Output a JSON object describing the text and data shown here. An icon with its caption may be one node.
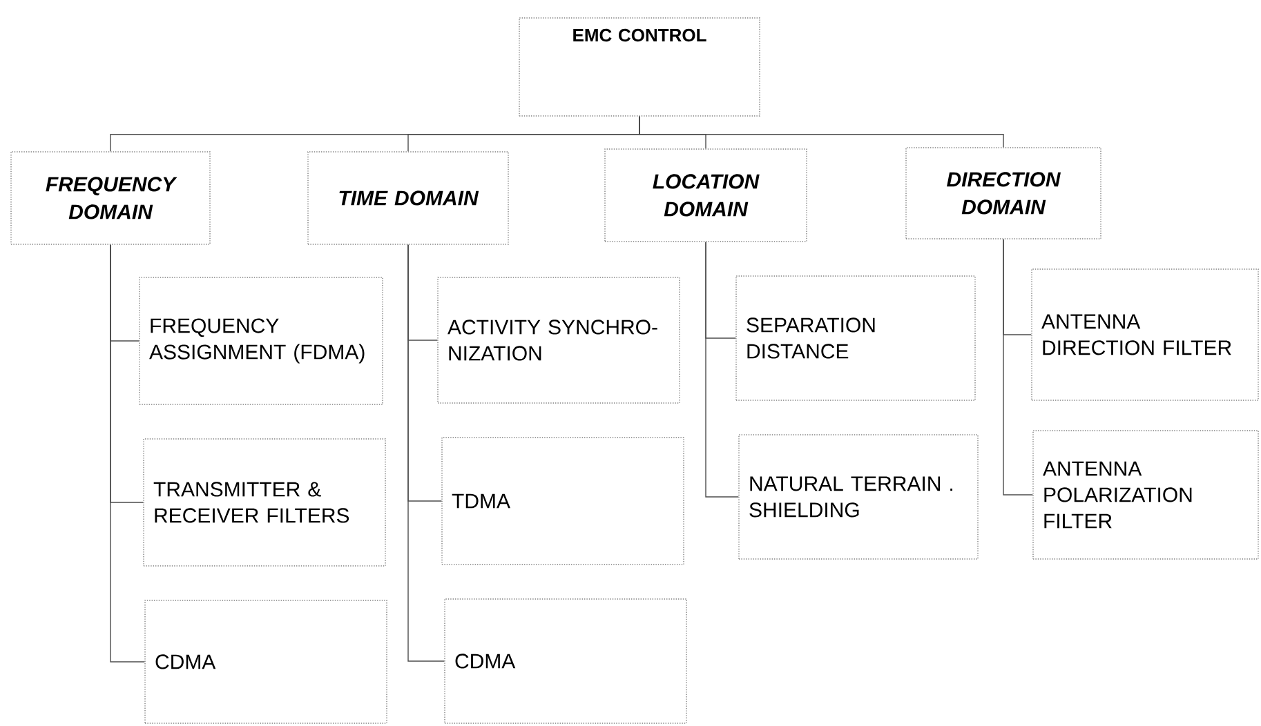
{
  "diagram": {
    "nodes": [
      {
        "text": [
          "EMC CONTROL"
        ]
      },
      {
        "text": [
          "FREQUENCY DOMAIN"
        ]
      },
      {
        "text": [
          "TIME DOMAIN"
        ]
      },
      {
        "text": [
          "LOCATION DOMAIN"
        ]
      },
      {
        "text": [
          "DIRECTION DOMAIN"
        ]
      },
      {
        "text": [
          "FREQUENCY ASSIGNMENT (FDMA)"
        ]
      },
      {
        "text": [
          "TRANSMITTER & RECEIVER FILTERS"
        ]
      },
      {
        "text": [
          "CDMA"
        ]
      },
      {
        "text": [
          "ACTIVITY SYNCHRO- NIZATION"
        ]
      },
      {
        "text": [
          "TDMA"
        ]
      },
      {
        "text": [
          "CDMA"
        ]
      },
      {
        "text": [
          "SEPARATION DISTANCE"
        ]
      },
      {
        "text": [
          "NATURAL TERRAIN . SHIELDING"
        ]
      },
      {
        "text": [
          "ANTENNA DIRECTION FILTER"
        ]
      },
      {
        "text": [
          "ANTENNA POLARIZATION FILTER"
        ]
      }
    ],
    "edges": [
      {
        "from": 0,
        "to": 1,
        "arrow": "none"
      },
      {
        "from": 0,
        "to": 2,
        "arrow": "none"
      },
      {
        "from": 0,
        "to": 3,
        "arrow": "none"
      },
      {
        "from": 0,
        "to": 4,
        "arrow": "none"
      },
      {
        "from": 1,
        "to": 5,
        "arrow": "none"
      },
      {
        "from": 1,
        "to": 6,
        "arrow": "none"
      },
      {
        "from": 1,
        "to": 7,
        "arrow": "none"
      },
      {
        "from": 2,
        "to": 8,
        "arrow": "none"
      },
      {
        "from": 2,
        "to": 9,
        "arrow": "none"
      },
      {
        "from": 2,
        "to": 10,
        "arrow": "none"
      },
      {
        "from": 3,
        "to": 11,
        "arrow": "none"
      },
      {
        "from": 3,
        "to": 12,
        "arrow": "none"
      },
      {
        "from": 4,
        "to": 13,
        "arrow": "none"
      },
      {
        "from": 4,
        "to": 14,
        "arrow": "none"
      }
    ]
  }
}
